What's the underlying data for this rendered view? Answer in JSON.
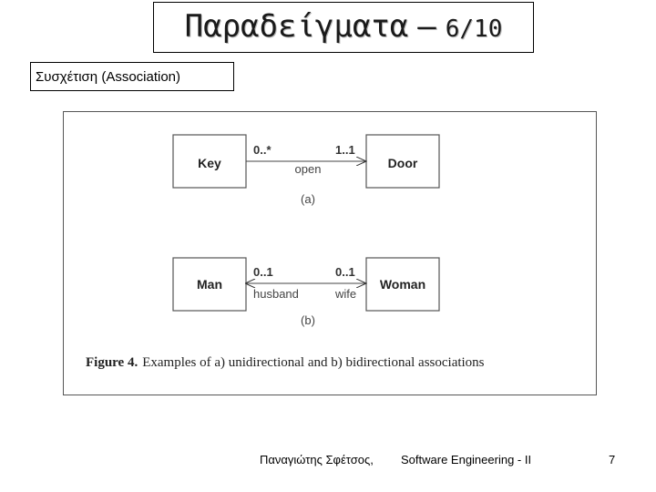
{
  "slide": {
    "title": "Παραδείγματα",
    "title_separator": "–",
    "title_page": "6/10",
    "subtitle": "Συσχέτιση (Association)"
  },
  "figure": {
    "diagram_a": {
      "left_class": "Key",
      "right_class": "Door",
      "left_multiplicity": "0..*",
      "right_multiplicity": "1..1",
      "association_label": "open",
      "caption": "(a)",
      "navigability": "unidirectional"
    },
    "diagram_b": {
      "left_class": "Man",
      "right_class": "Woman",
      "left_multiplicity": "0..1",
      "right_multiplicity": "0..1",
      "left_role": "husband",
      "right_role": "wife",
      "caption": "(b)",
      "navigability": "bidirectional"
    },
    "caption_bold": "Figure 4.",
    "caption_text": "Examples of a) unidirectional and b) bidirectional associations"
  },
  "footer": {
    "author": "Παναγιώτης Σφέτσος,",
    "course": "Software Engineering - II",
    "page_number": "7"
  }
}
